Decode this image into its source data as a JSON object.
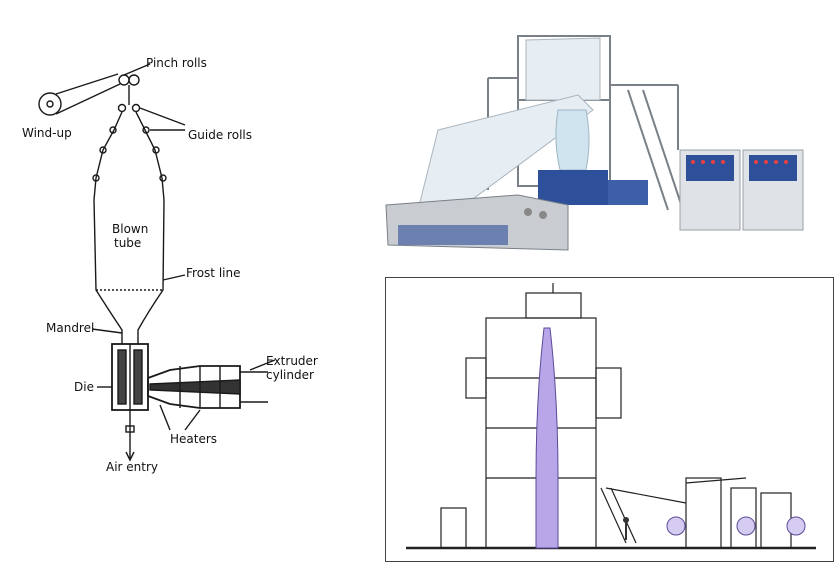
{
  "schematic": {
    "labels": {
      "pinch_rolls": "Pinch rolls",
      "wind_up": "Wind-up",
      "guide_rolls": "Guide rolls",
      "blown_tube_line1": "Blown",
      "blown_tube_line2": "tube",
      "frost_line": "Frost line",
      "mandrel": "Mandrel",
      "extruder_line1": "Extruder",
      "extruder_line2": "cylinder",
      "die": "Die",
      "heaters": "Heaters",
      "air_entry": "Air entry"
    }
  },
  "colors": {
    "ink": "#1a1a1a",
    "machine_gray": "#c9cdd2",
    "panel_blue": "#2e4f9a",
    "bubble_violet": "#b9a6e8",
    "film": "#e6edf3"
  }
}
